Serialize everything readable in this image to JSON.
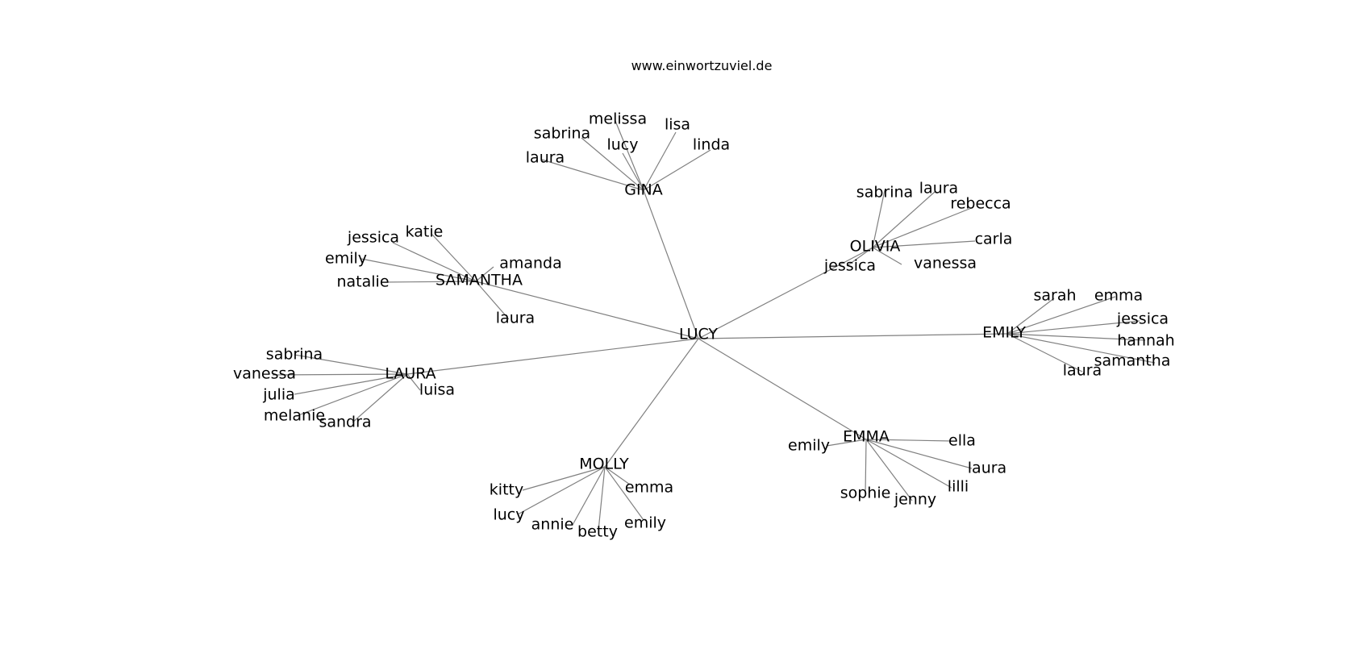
{
  "site": "www.einwortzuviel.de",
  "graph": {
    "center": "LUCY",
    "hubs": [
      {
        "id": "gina",
        "name": "GINA",
        "leaves": [
          "melissa",
          "lisa",
          "sabrina",
          "lucy",
          "linda",
          "laura"
        ]
      },
      {
        "id": "olivia",
        "name": "OLIVIA",
        "leaves": [
          "sabrina",
          "laura",
          "rebecca",
          "carla",
          "vanessa",
          "jessica"
        ]
      },
      {
        "id": "emily",
        "name": "EMILY",
        "leaves": [
          "sarah",
          "emma",
          "jessica",
          "hannah",
          "samantha",
          "laura"
        ]
      },
      {
        "id": "emma",
        "name": "EMMA",
        "leaves": [
          "emily",
          "ella",
          "laura",
          "lilli",
          "jenny",
          "sophie"
        ]
      },
      {
        "id": "molly",
        "name": "MOLLY",
        "leaves": [
          "kitty",
          "emma",
          "lucy",
          "annie",
          "betty",
          "emily"
        ]
      },
      {
        "id": "laura",
        "name": "LAURA",
        "leaves": [
          "sabrina",
          "vanessa",
          "julia",
          "melanie",
          "sandra",
          "luisa"
        ]
      },
      {
        "id": "samantha",
        "name": "SAMANTHA",
        "leaves": [
          "katie",
          "jessica",
          "amanda",
          "emily",
          "natalie",
          "laura"
        ]
      }
    ]
  }
}
